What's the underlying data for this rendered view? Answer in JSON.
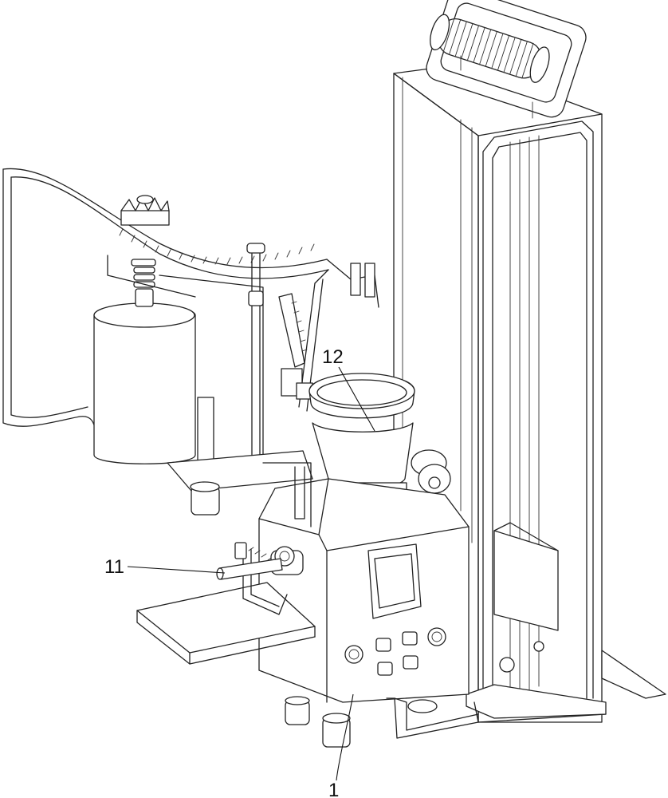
{
  "figure": {
    "callouts": [
      {
        "id": "callout-12",
        "label": "12"
      },
      {
        "id": "callout-11",
        "label": "11"
      },
      {
        "id": "callout-1",
        "label": "1"
      }
    ]
  },
  "colors": {
    "line": "#222222",
    "background": "#ffffff"
  }
}
